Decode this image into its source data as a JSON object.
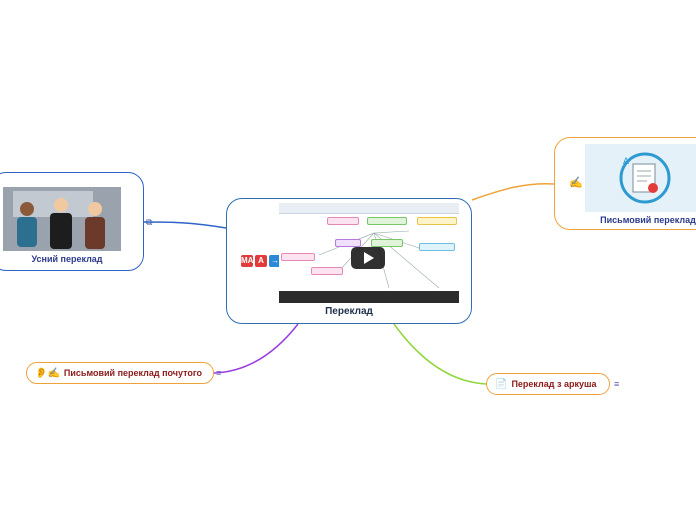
{
  "central": {
    "title": "Переклад",
    "media": {
      "has_play_button": true,
      "tag_icons": [
        "MAP",
        "A",
        "→"
      ]
    }
  },
  "branches": [
    {
      "id": "oral",
      "label": "Усний переклад",
      "icon": "external-link-icon",
      "color": "#2f63c8"
    },
    {
      "id": "written",
      "label": "Письмовий переклад",
      "emoji": "✍",
      "color": "#f0a23a"
    },
    {
      "id": "heard",
      "label": "Письмовий переклад почутого",
      "emoji": "👂✍",
      "note_icon": "≡",
      "color": "#9b3ce0"
    },
    {
      "id": "sheet",
      "label": "Переклад з аркуша",
      "emoji": "📄",
      "note_icon": "≡",
      "color": "#8fd63a"
    }
  ],
  "colors": {
    "central_border": "#2f6fb0",
    "oral_edge": "#2f63c8",
    "written_edge": "#f0a23a",
    "heard_edge": "#9b3ce0",
    "sheet_edge": "#8fd63a",
    "label_text": "#2b3a8c",
    "pill_text": "#8b1a1a"
  }
}
